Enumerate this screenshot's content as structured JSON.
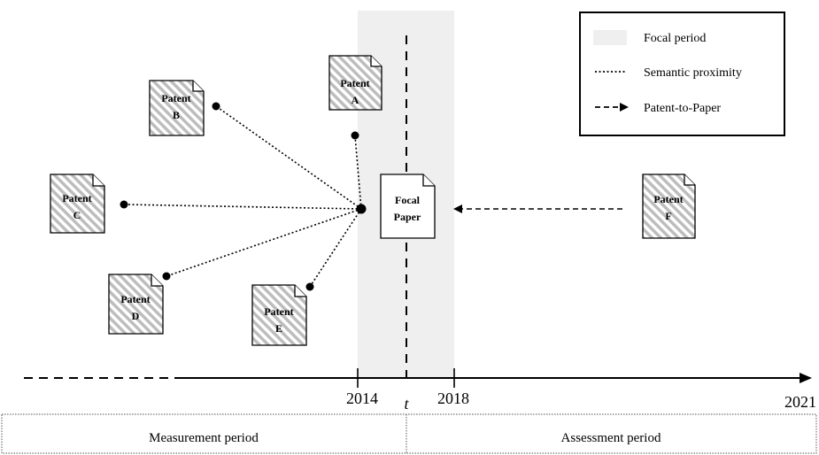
{
  "legend": {
    "focal_period": "Focal period",
    "semantic_proximity": "Semantic proximity",
    "patent_to_paper": "Patent-to-Paper"
  },
  "patents": {
    "a": {
      "line1": "Patent",
      "line2": "A"
    },
    "b": {
      "line1": "Patent",
      "line2": "B"
    },
    "c": {
      "line1": "Patent",
      "line2": "C"
    },
    "d": {
      "line1": "Patent",
      "line2": "D"
    },
    "e": {
      "line1": "Patent",
      "line2": "E"
    },
    "f": {
      "line1": "Patent",
      "line2": "F"
    }
  },
  "focal_paper": {
    "line1": "Focal",
    "line2": "Paper"
  },
  "axis": {
    "year_2014": "2014",
    "t_label": "t",
    "year_2018": "2018",
    "year_2021": "2021"
  },
  "periods": {
    "measurement": "Measurement period",
    "assessment": "Assessment period"
  },
  "colors": {
    "focal_band": "#efefef",
    "doc_hatch": "#bdbdbd",
    "ink": "#000000"
  }
}
